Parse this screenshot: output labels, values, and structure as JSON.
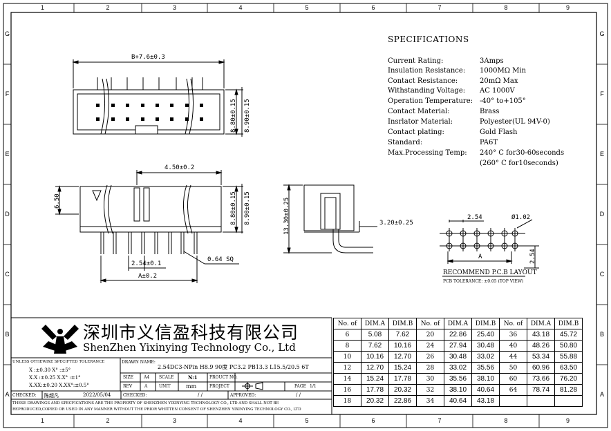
{
  "zones": {
    "columns": [
      "1",
      "2",
      "3",
      "4",
      "5",
      "6",
      "7",
      "8",
      "9"
    ],
    "rows": [
      "G",
      "F",
      "E",
      "D",
      "C",
      "B",
      "A"
    ]
  },
  "specs": {
    "title": "SPECIFICATIONS",
    "items": [
      {
        "label": "Current Rating:",
        "value": "3Amps"
      },
      {
        "label": "Insulation Resistance:",
        "value": "1000MΩ   Min"
      },
      {
        "label": "Contact Resistance:",
        "value": "20mΩ Max"
      },
      {
        "label": "Withstanding Voltage:",
        "value": "AC  1000V"
      },
      {
        "label": "Operation Temperature:",
        "value": "-40° to+105°"
      },
      {
        "label": "Contact Material:",
        "value": "Brass"
      },
      {
        "label": "Insrlator Material:",
        "value": "Polyester(UL  94V-0)"
      },
      {
        "label": "Contact plating:",
        "value": "Gold Flash"
      },
      {
        "label": "Standard:",
        "value": "PA6T"
      },
      {
        "label": "Max.Processing Temp:",
        "value": "240° C for30-60seconds"
      },
      {
        "label": "",
        "value": "(260° C for10seconds)"
      }
    ]
  },
  "dims": {
    "top_width": "B+7.6±0.3",
    "top_h1": "8.80±0.15",
    "top_h2": "8.90±0.15",
    "side_offset": "4.50±0.2",
    "side_left": "6.50",
    "side_h1": "8.80±0.15",
    "side_h2": "8.90±0.15",
    "pitch": "2.54±0.1",
    "sq": "0.64 SQ",
    "total": "A±0.2",
    "end_height": "13.30±0.25",
    "end_leg": "3.20±0.25",
    "pcb_pitch": "2.54",
    "pcb_hole": "Ø1.02",
    "pcb_pitch_v": "2.54",
    "pcb_a": "A",
    "pcb_title": "RECOMMEND P.C.B LAYOUT",
    "pcb_tol": "PCB TOLERANCE: ±0.05 (TOP VIEW)"
  },
  "company": {
    "cn": "深圳市义信盈科技有限公司",
    "en": "ShenZhen Yixinying Technology Co., Ltd"
  },
  "titleblock": {
    "tol_head": "UNLESS OTHEWIXE SPECIFTED TOLERANCE",
    "tol1": "X   :±0.30   X°   :±5°",
    "tol2": "X.X :±0.25   X.X° :±1°",
    "tol3": "X.XX:±0.20   X.XX°:±0.5°",
    "drawn_label": "DRAWN NAME:",
    "drawn_value": "2.54DC3-NPin H8.9 90度 PC3.2 PB13.3 L15.5/20.5 6T",
    "size_label": "SIZE",
    "size_value": "A4",
    "scale_label": "SCALE",
    "scale_value": "N:1",
    "proj_no_label": "PROUCT NO.",
    "rev_label": "REV",
    "rev_value": "A",
    "unit_label": "UNIT",
    "unit_value": "mm",
    "project_label": "PROJECT",
    "page_label": "PAGE",
    "page_value": "1/1",
    "checked_label": "CHECKED:",
    "checked_name": "陈超凡",
    "checked_date": "2022/05/04",
    "checked2_label": "CHECKED:",
    "checked2_date": "/   /",
    "approved_label": "APPROVED:",
    "approved_date": "/   /",
    "footer1": "THESE DRAWINGS AND SPECFICATIONS ARE THE PROPERTY OF SHENZHEN YIXINYING TECHNOLOGY CO., LTD AND SHALL NOT BE",
    "footer2": "REPRODUCED,COPIED OR USED IN ANY MANNER WITHOUT THE PRIOR WHITTEN CONSENT OF SHENZHEN YIXINYING TECHNOLOGY CO., LTD"
  },
  "table": {
    "header": [
      "No. of",
      "DIM.A",
      "DIM.B",
      "No. of",
      "DIM.A",
      "DIM.B",
      "No. of",
      "DIM.A",
      "DIM.B"
    ],
    "rows": [
      [
        "6",
        "5.08",
        "7.62",
        "20",
        "22.86",
        "25.40",
        "36",
        "43.18",
        "45.72"
      ],
      [
        "8",
        "7.62",
        "10.16",
        "24",
        "27.94",
        "30.48",
        "40",
        "48.26",
        "50.80"
      ],
      [
        "10",
        "10.16",
        "12.70",
        "26",
        "30.48",
        "33.02",
        "44",
        "53.34",
        "55.88"
      ],
      [
        "12",
        "12.70",
        "15.24",
        "28",
        "33.02",
        "35.56",
        "50",
        "60.96",
        "63.50"
      ],
      [
        "14",
        "15.24",
        "17.78",
        "30",
        "35.56",
        "38.10",
        "60",
        "73.66",
        "76.20"
      ],
      [
        "16",
        "17.78",
        "20.32",
        "32",
        "38.10",
        "40.64",
        "64",
        "78.74",
        "81.28"
      ],
      [
        "18",
        "20.32",
        "22.86",
        "34",
        "40.64",
        "43.18",
        "",
        "",
        " "
      ]
    ]
  }
}
